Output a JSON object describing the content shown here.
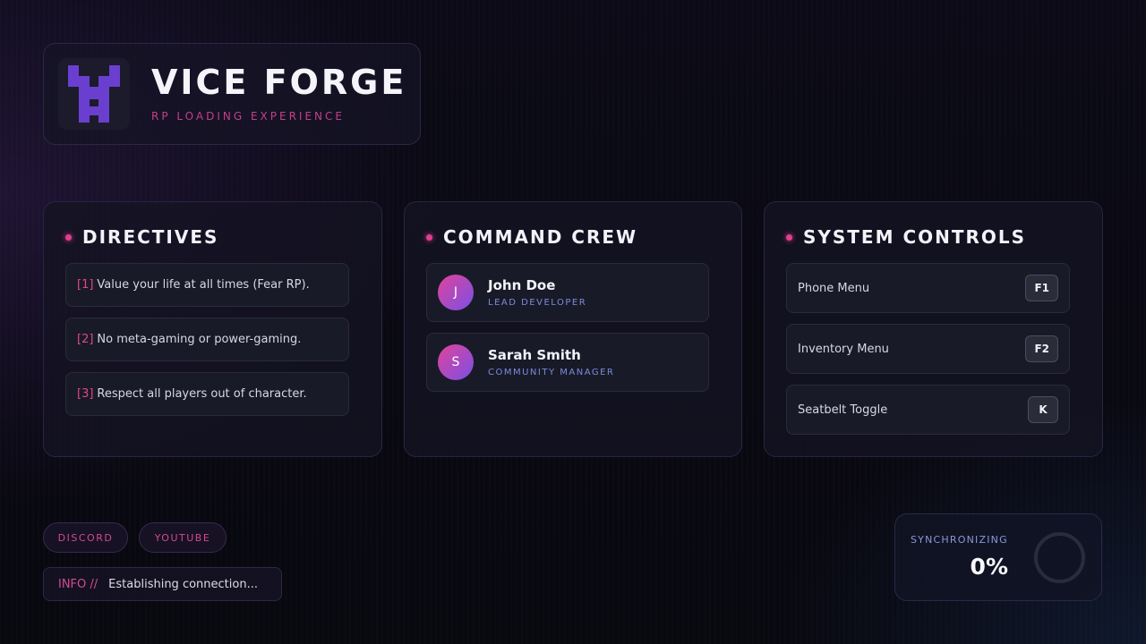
{
  "brand": {
    "title": "VICE FORGE",
    "subtitle": "RP LOADING EXPERIENCE",
    "logo_icon": "pixel-x-logo-icon",
    "accent": "#6a3fd0"
  },
  "directives": {
    "title": "DIRECTIVES",
    "rules": [
      {
        "num": "[1]",
        "text": "Value your life at all times (Fear RP)."
      },
      {
        "num": "[2]",
        "text": "No meta-gaming or power-gaming."
      },
      {
        "num": "[3]",
        "text": "Respect all players out of character."
      }
    ]
  },
  "crew": {
    "title": "COMMAND CREW",
    "members": [
      {
        "initial": "J",
        "name": "John Doe",
        "role": "LEAD DEVELOPER"
      },
      {
        "initial": "S",
        "name": "Sarah Smith",
        "role": "COMMUNITY MANAGER"
      }
    ]
  },
  "controls": {
    "title": "SYSTEM CONTROLS",
    "items": [
      {
        "label": "Phone Menu",
        "key": "F1"
      },
      {
        "label": "Inventory Menu",
        "key": "F2"
      },
      {
        "label": "Seatbelt Toggle",
        "key": "K"
      }
    ]
  },
  "links": {
    "discord": "DISCORD",
    "youtube": "YOUTUBE"
  },
  "info": {
    "tag": "INFO //",
    "message": "Establishing connection..."
  },
  "sync": {
    "label": "SYNCHRONIZING",
    "percent": "0%",
    "progress": 0
  },
  "colors": {
    "accent_pink": "#e03f8e",
    "accent_blue": "#7b8cdc"
  }
}
